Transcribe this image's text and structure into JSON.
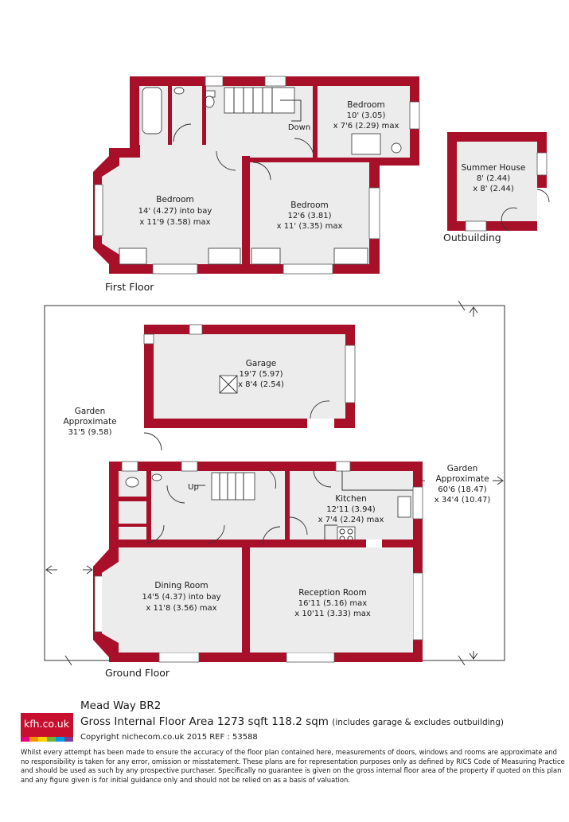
{
  "colors": {
    "wall": "#a8102a",
    "accent": "#c8102e",
    "fill": "#ececec"
  },
  "first_floor": {
    "title": "First Floor",
    "rooms": [
      {
        "name": "Bedroom",
        "dims": [
          "10' (3.05)",
          "x 7'6 (2.29) max"
        ]
      },
      {
        "name": "Bedroom",
        "dims": [
          "14' (4.27) into bay",
          "x 11'9 (3.58) max"
        ]
      },
      {
        "name": "Bedroom",
        "dims": [
          "12'6 (3.81)",
          "x 11' (3.35) max"
        ]
      }
    ],
    "stairs_label": "Down"
  },
  "outbuilding": {
    "title": "Outbuilding",
    "room": {
      "name": "Summer House",
      "dims": [
        "8' (2.44)",
        "x 8' (2.44)"
      ]
    }
  },
  "ground_floor": {
    "title": "Ground Floor",
    "garage": {
      "name": "Garage",
      "dims": [
        "19'7 (5.97)",
        "x 8'4 (2.54)"
      ]
    },
    "garden_left": {
      "name": "Garden",
      "dims": [
        "Approximate",
        "31'5 (9.58)"
      ]
    },
    "garden_right": {
      "name": "Garden",
      "dims": [
        "Approximate",
        "60'6 (18.47)",
        "x 34'4 (10.47)"
      ]
    },
    "kitchen": {
      "name": "Kitchen",
      "dims": [
        "12'11 (3.94)",
        "x 7'4 (2.24) max"
      ]
    },
    "dining": {
      "name": "Dining Room",
      "dims": [
        "14'5 (4.37) into bay",
        "x 11'8 (3.56) max"
      ]
    },
    "reception": {
      "name": "Reception Room",
      "dims": [
        "16'11 (5.16) max",
        "x 10'11 (3.33) max"
      ]
    },
    "stairs_label": "Up"
  },
  "footer": {
    "logo": "kfh.co.uk",
    "logo_bar_colors": [
      "#e4007c",
      "#f39200",
      "#ffd500",
      "#6cb33f",
      "#009fe3",
      "#7b3f98"
    ],
    "address": "Mead Way  BR2",
    "area_main": "Gross Internal Floor Area 1273 sqft 118.2 sqm",
    "area_note": "(includes garage & excludes outbuilding)",
    "copyright": "Copyright nichecom.co.uk 2015 REF : 53588",
    "disclaimer": "Whilst every attempt has been made to ensure the accuracy of the floor plan contained here, measurements of doors, windows and rooms are approximate and no responsibility is taken for any error, omission or misstatement.  These plans are for representation purposes only as defined by RICS Code of Measuring Practice and should be used as such by any prospective purchaser.  Specifically no guarantee is given on the gross internal floor area of the property if quoted on this plan and any figure given is for initial guidance only and should not be relied on as a basis of valuation."
  }
}
